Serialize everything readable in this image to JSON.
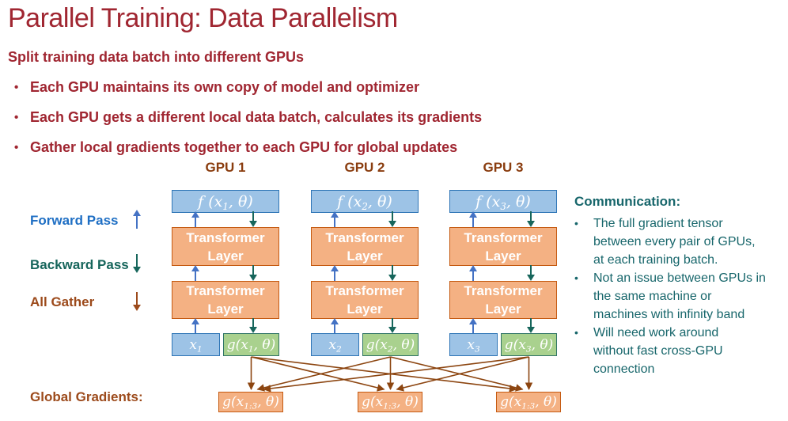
{
  "header": {
    "title": "Parallel Training: Data Parallelism",
    "subtitle": "Split training data batch into different GPUs",
    "bullet_char": "•",
    "bullets": [
      "Each GPU maintains its own copy of model and optimizer",
      "Each GPU gets a different local data batch, calculates its gradients",
      "Gather local gradients together to each GPU for global updates"
    ]
  },
  "diagram": {
    "gpus": [
      {
        "label": "GPU 1",
        "f": {
          "pre": "f (x",
          "sub": "1",
          "post": ", θ)"
        },
        "layer1": "Transformer Layer",
        "layer2": "Transformer Layer",
        "x": {
          "pre": "x",
          "sub": "1",
          "post": ""
        },
        "g": {
          "pre": "g(x",
          "sub": "1",
          "post": ", θ)"
        }
      },
      {
        "label": "GPU 2",
        "f": {
          "pre": "f (x",
          "sub": "2",
          "post": ", θ)"
        },
        "layer1": "Transformer Layer",
        "layer2": "Transformer Layer",
        "x": {
          "pre": "x",
          "sub": "2",
          "post": ""
        },
        "g": {
          "pre": "g(x",
          "sub": "2",
          "post": ", θ)"
        }
      },
      {
        "label": "GPU 3",
        "f": {
          "pre": "f (x",
          "sub": "3",
          "post": ", θ)"
        },
        "layer1": "Transformer Layer",
        "layer2": "Transformer Layer",
        "x": {
          "pre": "x",
          "sub": "3",
          "post": ""
        },
        "g": {
          "pre": "g(x",
          "sub": "3",
          "post": ", θ)"
        }
      }
    ],
    "legend": [
      {
        "label": "Forward Pass",
        "icon": "up-arrow",
        "color": "#1F6FC4"
      },
      {
        "label": "Backward Pass",
        "icon": "down-arrow",
        "color": "#17665C"
      },
      {
        "label": "All Gather",
        "icon": "down-arrow",
        "color": "#9C4A1B"
      }
    ],
    "global_label": "Global Gradients:",
    "global_boxes": [
      {
        "pre": "g(x",
        "sub": "1:3",
        "post": ", θ)"
      },
      {
        "pre": "g(x",
        "sub": "1:3",
        "post": ", θ)"
      },
      {
        "pre": "g(x",
        "sub": "1:3",
        "post": ", θ)"
      }
    ]
  },
  "communication": {
    "title": "Communication:",
    "bullet_char": "•",
    "bullets": [
      "The full gradient tensor\nbetween every pair of GPUs,\nat each training batch.",
      "Not an issue between GPUs in\nthe same machine or\nmachines with infinity band",
      "Will need work around\nwithout fast cross-GPU\nconnection"
    ]
  },
  "colors": {
    "title_red": "#A02631",
    "gpu_label_brown": "#8A3D0F",
    "all_gather_brown": "#9C4A1B",
    "forward_blue": "#1F6FC4",
    "backward_teal": "#17665C",
    "communication_teal": "#17666B",
    "box_blue_fill": "#9DC3E6",
    "box_blue_border": "#2E75B6",
    "box_orange_fill": "#F4B183",
    "box_orange_border": "#C55A11",
    "box_green_fill": "#A9D18E",
    "box_green_border": "#2F7466",
    "cross_arrow_brown": "#8C4510"
  }
}
